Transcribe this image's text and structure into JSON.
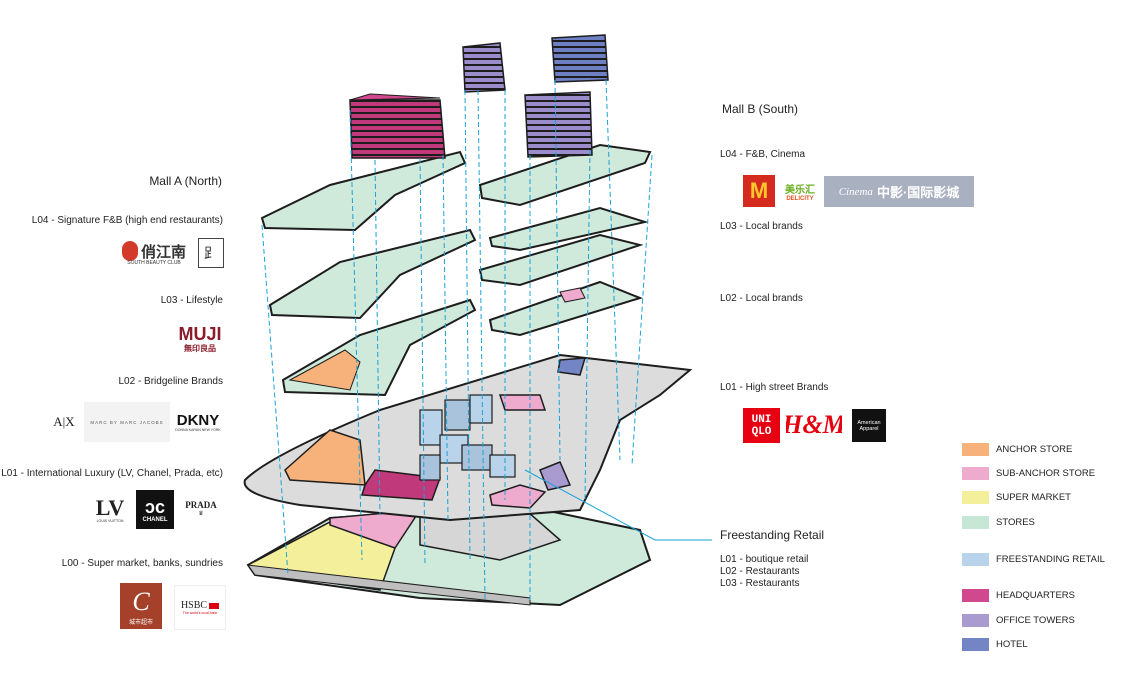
{
  "mall_a": {
    "title": "Mall A (North)",
    "levels": [
      {
        "label": "L04 - Signature F&B (high end restaurants)",
        "brands": [
          "South Beauty Club",
          "square-logo"
        ]
      },
      {
        "label": "L03 - Lifestyle",
        "brands": [
          "MUJI"
        ]
      },
      {
        "label": "L02 - Bridgeline Brands",
        "brands": [
          "A|X",
          "Marc by Marc Jacobs",
          "DKNY"
        ]
      },
      {
        "label": "L01 - International Luxury (LV, Chanel, Prada, etc)",
        "brands": [
          "Louis Vuitton",
          "Chanel",
          "Prada"
        ]
      },
      {
        "label": "L00 - Super market, banks, sundries",
        "brands": [
          "城市超市",
          "HSBC"
        ]
      }
    ]
  },
  "mall_b": {
    "title": "Mall B (South)",
    "levels": [
      {
        "label": "L04 - F&B, Cinema",
        "brands": [
          "McDonald's",
          "Delicity",
          "Cinema 中影·国际影城"
        ]
      },
      {
        "label": "L03 - Local brands",
        "brands": []
      },
      {
        "label": "L02 - Local brands",
        "brands": []
      },
      {
        "label": "L01 - High street Brands",
        "brands": [
          "UNIQLO",
          "H&M",
          "American Apparel"
        ]
      }
    ]
  },
  "freestanding": {
    "title": "Freestanding Retail",
    "items": [
      "L01 - boutique retail",
      "L02 - Restaurants",
      "L03 - Restaurants"
    ]
  },
  "logos": {
    "sbc_cn": "俏江南",
    "sbc_en": "SOUTH BEAUTY CLUB",
    "muji": "MUJI",
    "muji_cn": "無印良品",
    "ax": "A|X",
    "marc": "MARC BY MARC JACOBS",
    "dkny": "DKNY",
    "dkny_sub": "DONNA KARAN NEW YORK",
    "lv": "LV",
    "lv_sub": "LOUIS VUITTON",
    "chanel": "CHANEL",
    "prada": "PRADA",
    "cs_cn": "城市超市",
    "hsbc": "HSBC",
    "hsbc_sub": "The world's local bank",
    "mcd": "M",
    "delicity_cn": "美乐汇",
    "delicity": "DELICITY",
    "cinema_script": "Cinema",
    "cinema_cn": "中影·国际影城",
    "uni": "UNI",
    "qlo": "QLO",
    "hm": "H&M",
    "aa1": "American",
    "aa2": "Apparel"
  },
  "legend": [
    {
      "label": "ANCHOR STORE",
      "color": "#f6b27a"
    },
    {
      "label": "SUB-ANCHOR STORE",
      "color": "#eeabce"
    },
    {
      "label": "SUPER MARKET",
      "color": "#f4ef9a"
    },
    {
      "label": "STORES",
      "color": "#c6e6d6"
    },
    {
      "label": "FREESTANDING RETAIL",
      "color": "#b9d3ea"
    },
    {
      "label": "HEADQUARTERS",
      "color": "#d2488e"
    },
    {
      "label": "OFFICE TOWERS",
      "color": "#a99ad0"
    },
    {
      "label": "HOTEL",
      "color": "#7385c4"
    }
  ],
  "colors": {
    "outline": "#1d1d1d",
    "floor_gray": "#d8d8d8",
    "guide_line": "#1aa3d6"
  }
}
